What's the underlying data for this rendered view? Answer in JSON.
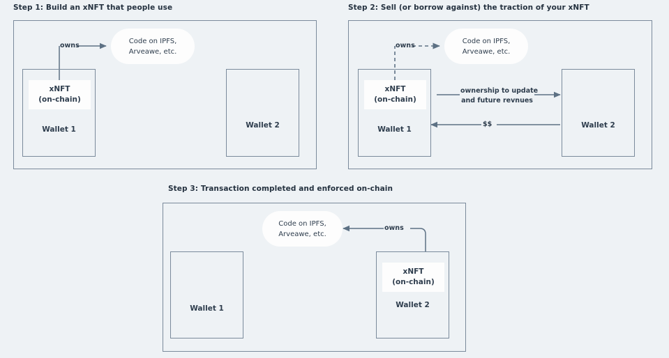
{
  "theme": {
    "background": "#eef2f5",
    "stroke": "#7a8a9b",
    "line": "#5d7184",
    "text": "#2e3d4d",
    "card": "#fdfdfd"
  },
  "diagram": {
    "title_prefix": "Step",
    "steps": [
      {
        "id": "step-1",
        "title": "Step 1: Build an xNFT that people use",
        "wallet_left": {
          "label": "Wallet 1",
          "contains_xnft": true,
          "xnft": {
            "line1": "xNFT",
            "line2": "(on-chain)"
          }
        },
        "wallet_right": {
          "label": "Wallet 2",
          "contains_xnft": false
        },
        "bubble": {
          "line1": "Code on IPFS,",
          "line2": "Arveawe, etc."
        },
        "connectors": [
          {
            "name": "owns",
            "label": "owns",
            "style": "solid",
            "direction": "xnft-to-bubble"
          }
        ]
      },
      {
        "id": "step-2",
        "title": "Step 2: Sell (or borrow against) the traction of your xNFT",
        "wallet_left": {
          "label": "Wallet 1",
          "contains_xnft": true,
          "xnft": {
            "line1": "xNFT",
            "line2": "(on-chain)"
          }
        },
        "wallet_right": {
          "label": "Wallet 2",
          "contains_xnft": false
        },
        "bubble": {
          "line1": "Code on IPFS,",
          "line2": "Arveawe, etc."
        },
        "connectors": [
          {
            "name": "owns",
            "label": "owns",
            "style": "dashed",
            "direction": "xnft-to-bubble"
          },
          {
            "name": "ownership-transfer",
            "label_line1": "ownership to update",
            "label_line2": "and future revnues",
            "style": "solid",
            "direction": "wallet1-to-wallet2"
          },
          {
            "name": "payment",
            "label": "$$",
            "style": "solid",
            "direction": "wallet2-to-wallet1"
          }
        ]
      },
      {
        "id": "step-3",
        "title": "Step 3: Transaction completed and enforced on-chain",
        "wallet_left": {
          "label": "Wallet 1",
          "contains_xnft": false
        },
        "wallet_right": {
          "label": "Wallet 2",
          "contains_xnft": true,
          "xnft": {
            "line1": "xNFT",
            "line2": "(on-chain)"
          }
        },
        "bubble": {
          "line1": "Code on IPFS,",
          "line2": "Arveawe, etc."
        },
        "connectors": [
          {
            "name": "owns",
            "label": "owns",
            "style": "solid",
            "direction": "xnft-to-bubble-left"
          }
        ]
      }
    ]
  }
}
